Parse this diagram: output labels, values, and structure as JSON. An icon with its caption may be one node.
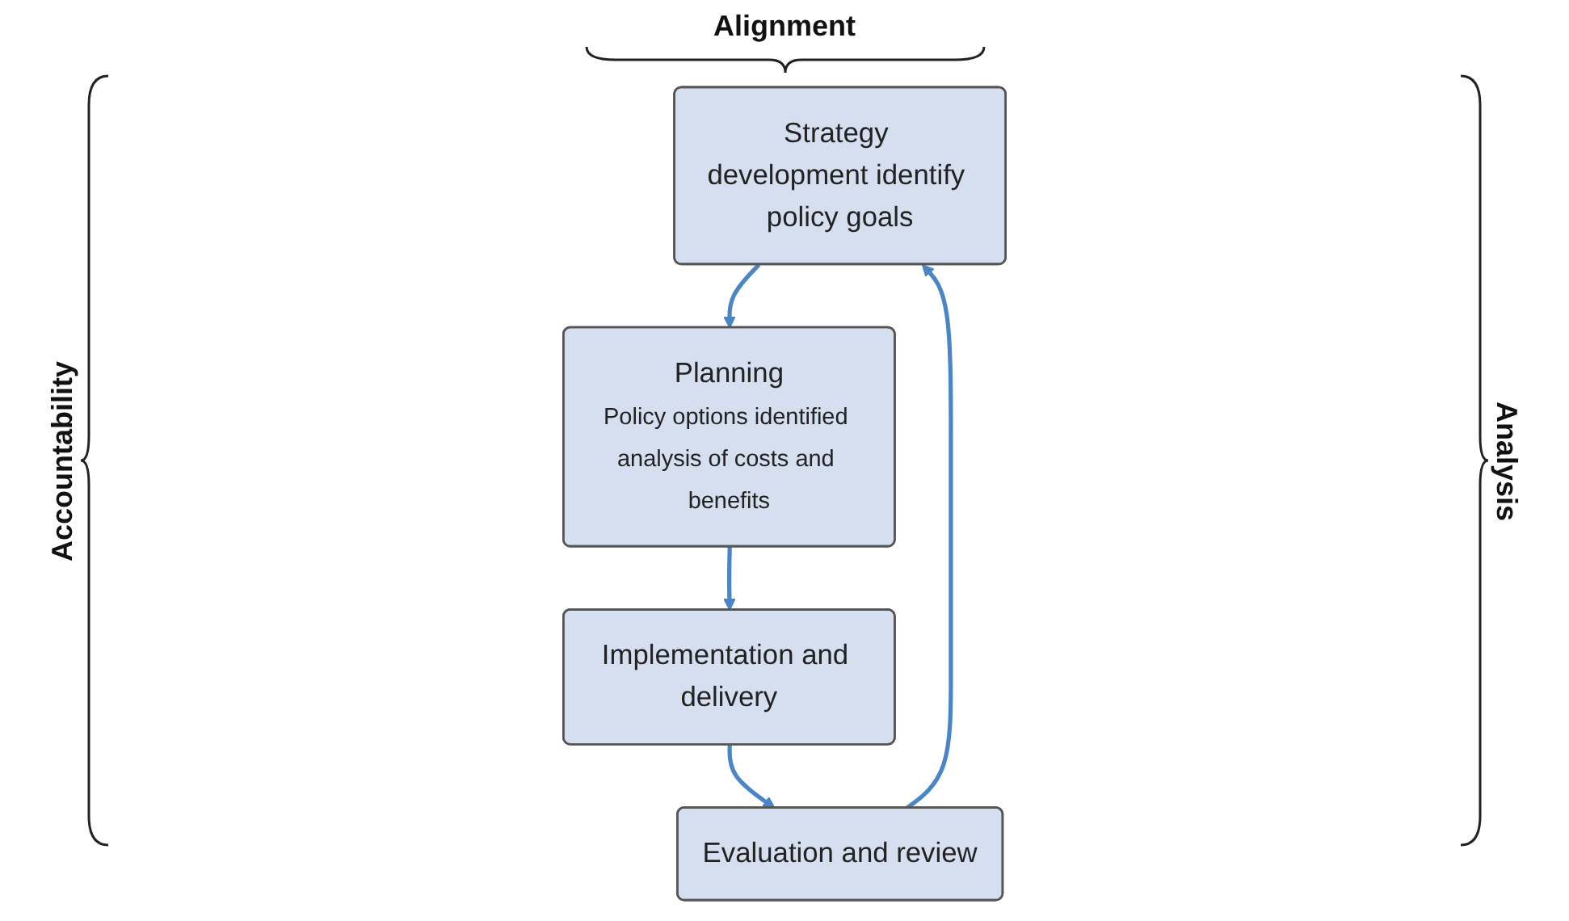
{
  "diagram": {
    "nodes": [
      {
        "text": [
          "Strategy development identify policy goals"
        ]
      },
      {
        "text": [
          "Planning",
          "Policy options identified analysis of costs and benefits"
        ]
      },
      {
        "text": [
          "Implementation and delivery"
        ]
      },
      {
        "text": [
          "Evaluation and review"
        ]
      }
    ],
    "edges": [
      {
        "from": 0,
        "to": 1,
        "arrow": "to"
      },
      {
        "from": 1,
        "to": 2,
        "arrow": "to"
      },
      {
        "from": 2,
        "to": 3,
        "arrow": "to"
      },
      {
        "from": 3,
        "to": 0,
        "arrow": "to"
      }
    ],
    "labels": [
      "Alignment",
      "Accountability",
      "Analysis"
    ]
  }
}
